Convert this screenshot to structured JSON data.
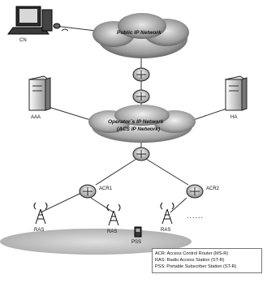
{
  "labels": {
    "public_ip_network": "Public IP Network",
    "operator_ip_network_line1": "Operator`s IP Network",
    "operator_ip_network_line2": "(ACS IP Network)",
    "cn": "CN",
    "aaa": "AAA",
    "ha": "HA",
    "acr1": "ACR1",
    "acr2": "ACR2",
    "ras1": "RAS",
    "ras2": "RAS",
    "ras3": "RAS",
    "pss": "PSS",
    "ellipsis": "......"
  },
  "legend": {
    "acr": "ACR: Access Control Router (MS-R)",
    "ras": "RAS: Radio Access Station (ST-R)",
    "pss": "PSS: Portable Subscriber Station (ST-R)"
  }
}
